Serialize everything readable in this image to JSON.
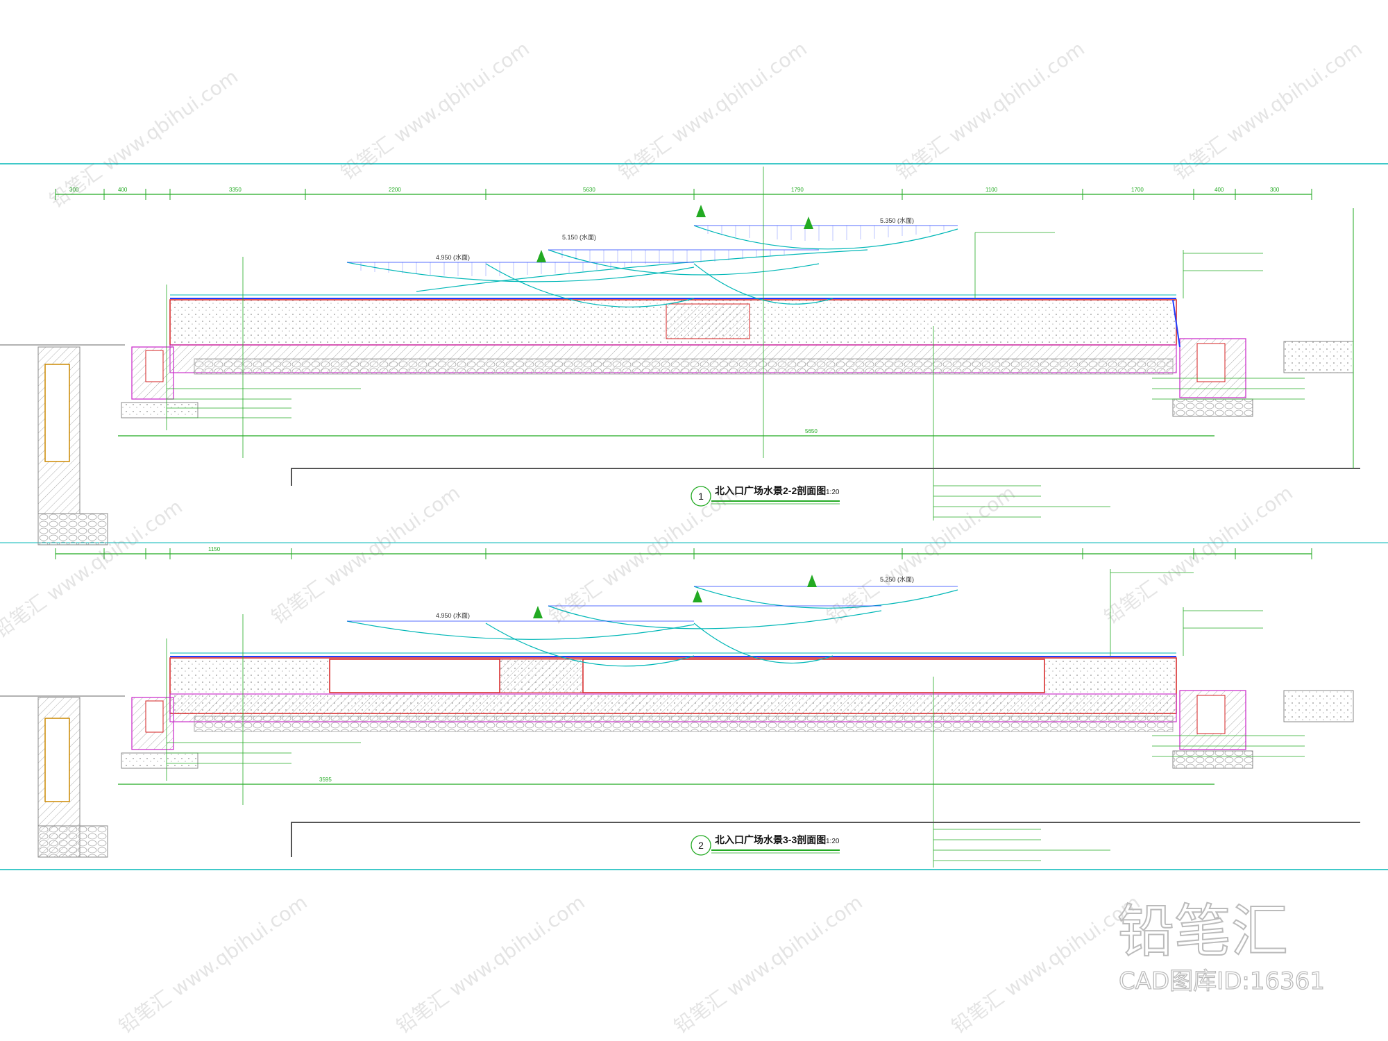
{
  "sections": [
    {
      "number": "1",
      "title": "北入口广场水景2-2剖面图",
      "scale": "1:20"
    },
    {
      "number": "2",
      "title": "北入口广场水景3-3剖面图",
      "scale": "1:20"
    }
  ],
  "labels": {
    "elev_a": "4.950 (水面)",
    "elev_b": "5.150 (水面)",
    "elev_c": "5.350 (水面)",
    "elev_d": "5.250 (水面)",
    "dim_1": "1150",
    "dim_2": "3595",
    "dim_3": "5650"
  },
  "brand": {
    "name": "铅笔汇",
    "id_line": "CAD图库ID:16361"
  },
  "colors": {
    "green": "#22aa22",
    "cyan": "#00b7b7",
    "red": "#d62020",
    "magenta": "#cc33cc",
    "blue": "#1e3cff",
    "ink": "#333333"
  }
}
